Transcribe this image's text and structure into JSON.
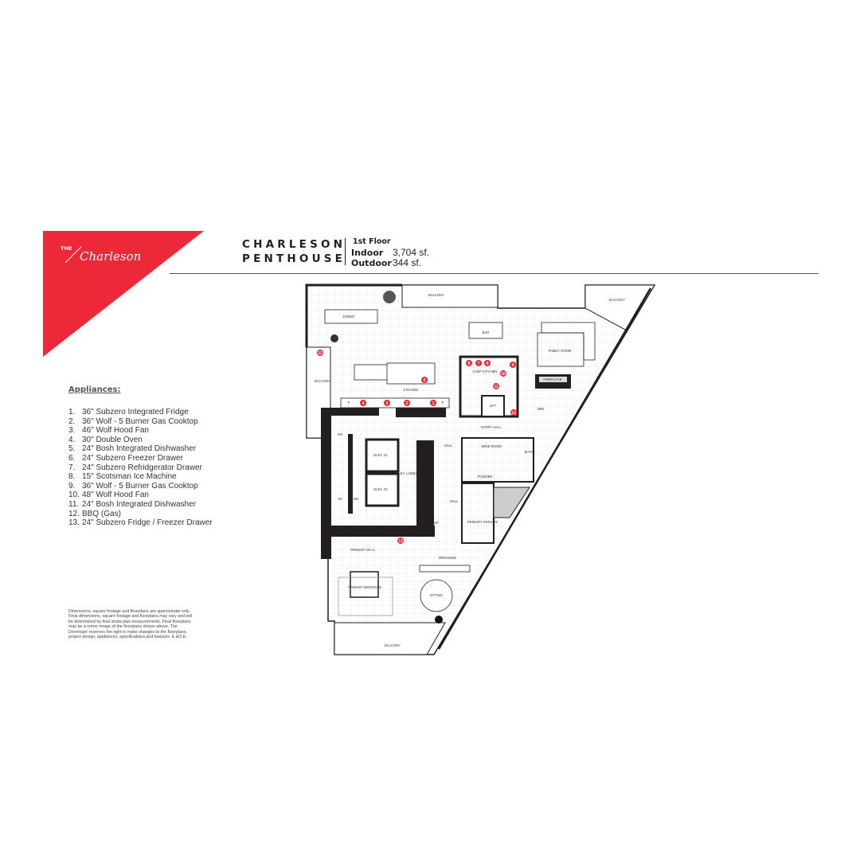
{
  "brand": {
    "prefix": "THE",
    "name": "Charleson",
    "color": "#ed2939"
  },
  "header": {
    "title_line1": "CHARLESON",
    "title_line2": "PENTHOUSE",
    "floor": "1st Floor",
    "indoor_label": "Indoor",
    "indoor_value": "3,704 sf.",
    "outdoor_label": "Outdoor",
    "outdoor_value": "344 sf."
  },
  "appliances": {
    "title": "Appliances:",
    "items": [
      {
        "num": "1.",
        "label": "36\" Subzero Integrated Fridge"
      },
      {
        "num": "2.",
        "label": "36\" Wolf - 5 Burner Gas Cooktop"
      },
      {
        "num": "3.",
        "label": "46\" Wolf Hood Fan"
      },
      {
        "num": "4.",
        "label": "30\" Double Oven"
      },
      {
        "num": "5.",
        "label": "24\" Bosh Integrated Dishwasher"
      },
      {
        "num": "6.",
        "label": "24\" Subzero Freezer Drawer"
      },
      {
        "num": "7.",
        "label": "24\" Subzero Refridgerator Drawer"
      },
      {
        "num": "8.",
        "label": "15\" Scotsman Ice Machine"
      },
      {
        "num": "9.",
        "label": "36\" Wolf - 5 Burner Gas Cooktop"
      },
      {
        "num": "10.",
        "label": "48\" Wolf Hood Fan"
      },
      {
        "num": "11.",
        "label": "24\" Bosh Integrated Dishwasher"
      },
      {
        "num": "12.",
        "label": "BBQ (Gas)"
      },
      {
        "num": "13.",
        "label": "24\" Subzero Fridge / Freezer Drawer"
      }
    ]
  },
  "disclaimer": "Dimensions, square footage and floorplans are approximate only. Final dimensions, square footage and floorplans may vary and will be determined by final strata plan measurements. Final floorplans may be a mirror image of the floorplans shown above. The Developer reserves the right to make changes to the floorplans, project design, appliances, specifications,and features. E.&O.E.",
  "plan": {
    "rooms": [
      "BALCONY",
      "DINING",
      "BAR",
      "FAMILY ROOM",
      "CHEF KITCHEN",
      "FIREPLACE",
      "BALCONY",
      "KITCHEN",
      "LIFT",
      "DEN",
      "ENTRY HALL",
      "HALL",
      "WINE ROOM",
      "BATH",
      "ELEV. #1",
      "ELEV. LOBBY",
      "POWDER",
      "ELEV. #2",
      "HALL",
      "PRIMARY ENSUITE",
      "PRIMARY W.I.C.",
      "DRESSING",
      "PRIMARY BEDROOM",
      "SITTING",
      "BALCONY",
      "BALCONY",
      "DN",
      "UP",
      "DN",
      "UP",
      "P",
      "P"
    ],
    "markers": [
      "1",
      "2",
      "3",
      "4",
      "5",
      "6",
      "7",
      "8",
      "9",
      "10",
      "11",
      "12",
      "13",
      "13"
    ],
    "marker_color": "#ed2939"
  }
}
